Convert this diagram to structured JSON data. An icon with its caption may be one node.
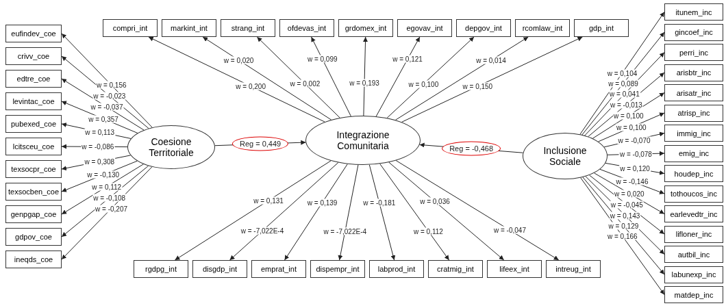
{
  "diagram": {
    "nodes": [
      {
        "text": [
          "Coesione Territoriale"
        ]
      },
      {
        "text": [
          "Integrazione Comunitaria"
        ]
      },
      {
        "text": [
          "Inclusione Sociale"
        ]
      },
      {
        "text": [
          "eufindev_coe"
        ]
      },
      {
        "text": [
          "crivv_coe"
        ]
      },
      {
        "text": [
          "edtre_coe"
        ]
      },
      {
        "text": [
          "levintac_coe"
        ]
      },
      {
        "text": [
          "pubexed_coe"
        ]
      },
      {
        "text": [
          "lcitsceu_coe"
        ]
      },
      {
        "text": [
          "texsocpr_coe"
        ]
      },
      {
        "text": [
          "texsocben_coe"
        ]
      },
      {
        "text": [
          "genpgap_coe"
        ]
      },
      {
        "text": [
          "gdpov_coe"
        ]
      },
      {
        "text": [
          "ineqds_coe"
        ]
      },
      {
        "text": [
          "compri_int"
        ]
      },
      {
        "text": [
          "markint_int"
        ]
      },
      {
        "text": [
          "strang_int"
        ]
      },
      {
        "text": [
          "ofdevas_int"
        ]
      },
      {
        "text": [
          "grdomex_int"
        ]
      },
      {
        "text": [
          "egovav_int"
        ]
      },
      {
        "text": [
          "depgov_int"
        ]
      },
      {
        "text": [
          "rcomlaw_int"
        ]
      },
      {
        "text": [
          "gdp_int"
        ]
      },
      {
        "text": [
          "rgdpg_int"
        ]
      },
      {
        "text": [
          "disgdp_int"
        ]
      },
      {
        "text": [
          "emprat_int"
        ]
      },
      {
        "text": [
          "dispempr_int"
        ]
      },
      {
        "text": [
          "labprod_int"
        ]
      },
      {
        "text": [
          "cratmig_int"
        ]
      },
      {
        "text": [
          "lifeex_int"
        ]
      },
      {
        "text": [
          "intreug_int"
        ]
      },
      {
        "text": [
          "itunem_inc"
        ]
      },
      {
        "text": [
          "gincoef_inc"
        ]
      },
      {
        "text": [
          "perri_inc"
        ]
      },
      {
        "text": [
          "arisbtr_inc"
        ]
      },
      {
        "text": [
          "arisatr_inc"
        ]
      },
      {
        "text": [
          "atrisp_inc"
        ]
      },
      {
        "text": [
          "immig_inc"
        ]
      },
      {
        "text": [
          "emig_inc"
        ]
      },
      {
        "text": [
          "houdep_inc"
        ]
      },
      {
        "text": [
          "tothoucos_inc"
        ]
      },
      {
        "text": [
          "earlevedtr_inc"
        ]
      },
      {
        "text": [
          "lifloner_inc"
        ]
      },
      {
        "text": [
          "autbil_inc"
        ]
      },
      {
        "text": [
          "labunexp_inc"
        ]
      },
      {
        "text": [
          "matdep_inc"
        ]
      }
    ],
    "edges": [
      {
        "from": 0,
        "to": 1,
        "arrow": "to",
        "label": "Reg = 0,449"
      },
      {
        "from": 2,
        "to": 1,
        "arrow": "to",
        "label": "Reg = -0,468"
      },
      {
        "from": 0,
        "to": 3,
        "arrow": "to",
        "label": "w = 0,156"
      },
      {
        "from": 0,
        "to": 4,
        "arrow": "to",
        "label": "w = -0,023"
      },
      {
        "from": 0,
        "to": 5,
        "arrow": "to",
        "label": "w = -0,037"
      },
      {
        "from": 0,
        "to": 6,
        "arrow": "to",
        "label": "w = 0,357"
      },
      {
        "from": 0,
        "to": 7,
        "arrow": "to",
        "label": "w = 0,113"
      },
      {
        "from": 0,
        "to": 8,
        "arrow": "to",
        "label": "w = -0,086"
      },
      {
        "from": 0,
        "to": 9,
        "arrow": "to",
        "label": "w = 0,308"
      },
      {
        "from": 0,
        "to": 10,
        "arrow": "to",
        "label": "w = -0,130"
      },
      {
        "from": 0,
        "to": 11,
        "arrow": "to",
        "label": "w = 0,112"
      },
      {
        "from": 0,
        "to": 12,
        "arrow": "to",
        "label": "w = -0,108"
      },
      {
        "from": 0,
        "to": 13,
        "arrow": "to",
        "label": "w = -0,207"
      },
      {
        "from": 1,
        "to": 14,
        "arrow": "to",
        "label": "w = 0,200"
      },
      {
        "from": 1,
        "to": 15,
        "arrow": "to",
        "label": "w = 0,020"
      },
      {
        "from": 1,
        "to": 16,
        "arrow": "to",
        "label": "w = 0,002"
      },
      {
        "from": 1,
        "to": 17,
        "arrow": "to",
        "label": "w = 0,099"
      },
      {
        "from": 1,
        "to": 18,
        "arrow": "to",
        "label": "w = 0,193"
      },
      {
        "from": 1,
        "to": 19,
        "arrow": "to",
        "label": "w = 0,121"
      },
      {
        "from": 1,
        "to": 20,
        "arrow": "to",
        "label": "w = 0,100"
      },
      {
        "from": 1,
        "to": 21,
        "arrow": "to",
        "label": "w = 0,014"
      },
      {
        "from": 1,
        "to": 22,
        "arrow": "to",
        "label": "w = 0,150"
      },
      {
        "from": 1,
        "to": 23,
        "arrow": "to",
        "label": "w = 0,131"
      },
      {
        "from": 1,
        "to": 24,
        "arrow": "to",
        "label": "w = -7,022E-4"
      },
      {
        "from": 1,
        "to": 25,
        "arrow": "to",
        "label": "w = 0,139"
      },
      {
        "from": 1,
        "to": 26,
        "arrow": "to",
        "label": "w = -7,022E-4"
      },
      {
        "from": 1,
        "to": 27,
        "arrow": "to",
        "label": "w = -0,181"
      },
      {
        "from": 1,
        "to": 28,
        "arrow": "to",
        "label": "w = 0,112"
      },
      {
        "from": 1,
        "to": 29,
        "arrow": "to",
        "label": "w = 0,036"
      },
      {
        "from": 1,
        "to": 30,
        "arrow": "to",
        "label": "w = -0,047"
      },
      {
        "from": 2,
        "to": 31,
        "arrow": "to",
        "label": "w = 0,104"
      },
      {
        "from": 2,
        "to": 32,
        "arrow": "to",
        "label": "w = 0,089"
      },
      {
        "from": 2,
        "to": 33,
        "arrow": "to",
        "label": "w = 0,041"
      },
      {
        "from": 2,
        "to": 34,
        "arrow": "to",
        "label": "w = -0,013"
      },
      {
        "from": 2,
        "to": 35,
        "arrow": "to",
        "label": "w = 0,100"
      },
      {
        "from": 2,
        "to": 36,
        "arrow": "to",
        "label": "w = 0,100"
      },
      {
        "from": 2,
        "to": 37,
        "arrow": "to",
        "label": "w = -0,070"
      },
      {
        "from": 2,
        "to": 38,
        "arrow": "to",
        "label": "w = -0,078"
      },
      {
        "from": 2,
        "to": 39,
        "arrow": "to",
        "label": "w = 0,120"
      },
      {
        "from": 2,
        "to": 40,
        "arrow": "to",
        "label": "w = -0,146"
      },
      {
        "from": 2,
        "to": 41,
        "arrow": "to",
        "label": "w = 0,020"
      },
      {
        "from": 2,
        "to": 42,
        "arrow": "to",
        "label": "w = -0,045"
      },
      {
        "from": 2,
        "to": 43,
        "arrow": "to",
        "label": "w = 0,143"
      },
      {
        "from": 2,
        "to": 44,
        "arrow": "to",
        "label": "w = 0,129"
      },
      {
        "from": 2,
        "to": 45,
        "arrow": "to",
        "label": "w = 0,166"
      }
    ]
  }
}
